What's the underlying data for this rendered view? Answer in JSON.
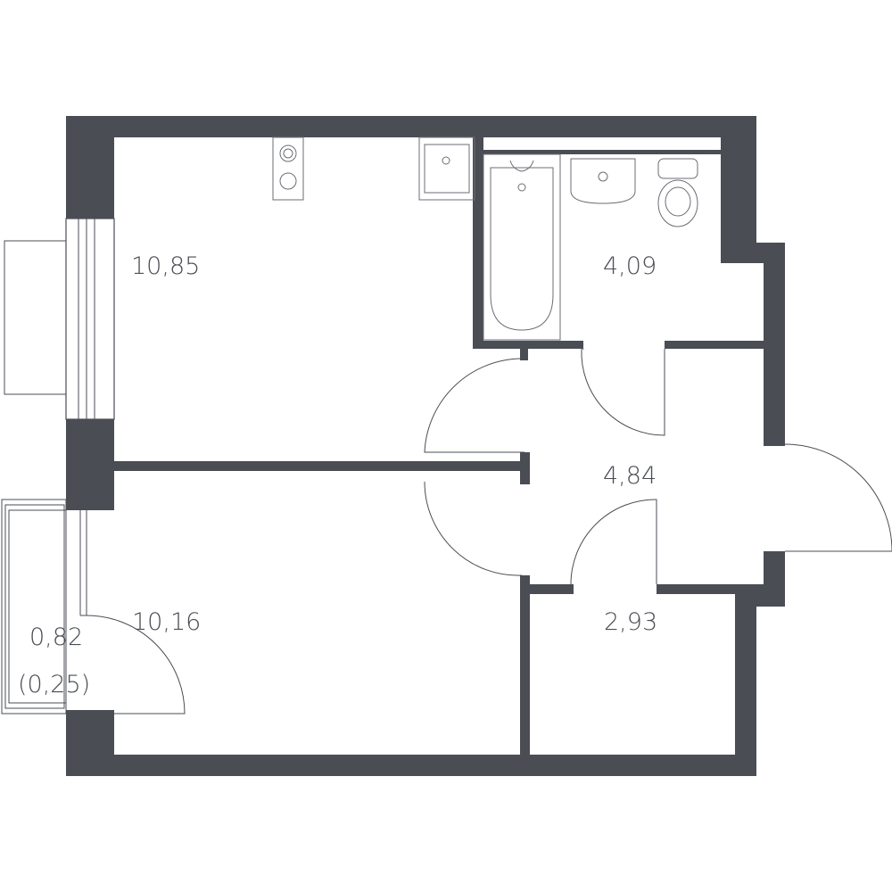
{
  "rooms": {
    "living_room": {
      "area": "10,85"
    },
    "bathroom": {
      "area": "4,09"
    },
    "hallway": {
      "area": "4,84"
    },
    "bedroom": {
      "area": "10,16"
    },
    "storage": {
      "area": "2,93"
    },
    "balcony": {
      "area": "0,82",
      "reduced_area": "(0,25)"
    }
  },
  "colors": {
    "wall": "#4a4d54",
    "background": "#ffffff"
  }
}
